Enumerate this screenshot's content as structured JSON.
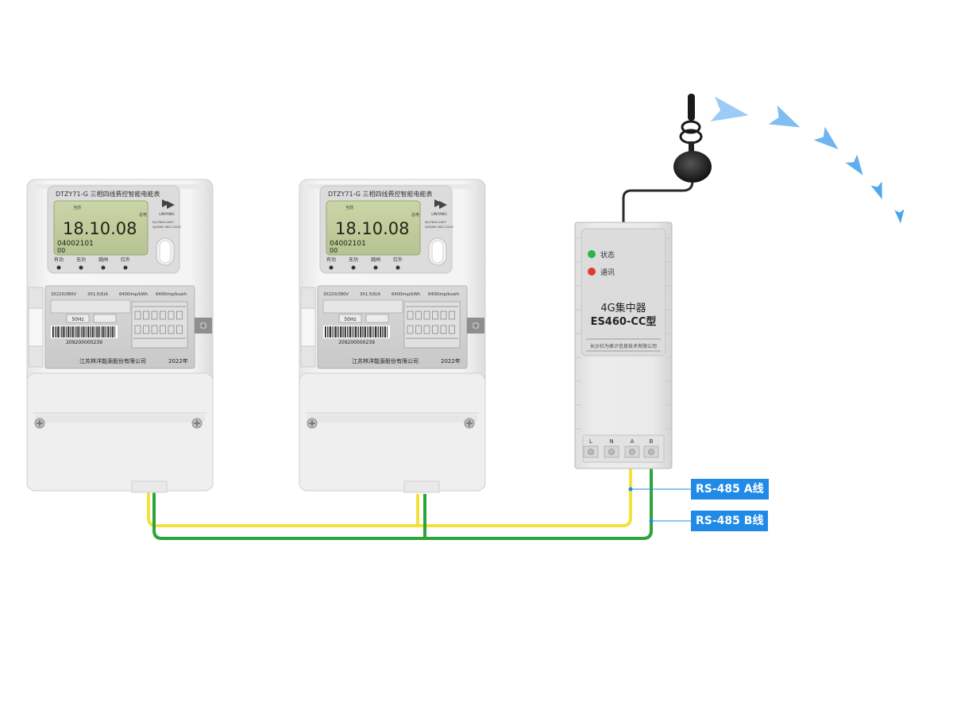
{
  "colors": {
    "wire_a": "#f2e23a",
    "wire_b": "#2fa33b",
    "tag_bg": "#1f8be6",
    "signal": "#4aa3ec",
    "lcd": "#c3cfa0",
    "led_status": "#2db34a",
    "led_comm": "#e03a2a"
  },
  "meters": [
    {
      "model_title": "DTZY71-G 三相四线费控智能电能表",
      "lcd_main": "18.10.08",
      "lcd_sub": "04002101",
      "lcd_sub2": "00",
      "lcd_top_label": "当前",
      "lcd_right_label": "总电",
      "brand_small": "LINYANG",
      "std_line1": "DL/T645-2007",
      "std_line2": "Q/GDW 1827-2013",
      "indicators": [
        "有功",
        "无功",
        "跳闸",
        "红外"
      ],
      "specs": [
        "3X220/380V",
        "3X1.5(6)A",
        "6400imp/kWh",
        "6400imp/kvarh"
      ],
      "freq": "50Hz",
      "serial": "209200000239",
      "manufacturer": "江苏林洋能源股份有限公司",
      "year": "2022年"
    },
    {
      "model_title": "DTZY71-G 三相四线费控智能电能表",
      "lcd_main": "18.10.08",
      "lcd_sub": "04002101",
      "lcd_sub2": "00",
      "lcd_top_label": "当前",
      "lcd_right_label": "总电",
      "brand_small": "LINYANG",
      "std_line1": "DL/T645-2007",
      "std_line2": "Q/GDW 1827-2013",
      "indicators": [
        "有功",
        "无功",
        "跳闸",
        "红外"
      ],
      "specs": [
        "3X220/380V",
        "3X1.5(6)A",
        "6400imp/kWh",
        "6400imp/kvarh"
      ],
      "freq": "50Hz",
      "serial": "209200000239",
      "manufacturer": "江苏林洋能源股份有限公司",
      "year": "2022年"
    }
  ],
  "concentrator": {
    "led_status_label": "状态",
    "led_comm_label": "通讯",
    "title_line1": "4G集中器",
    "title_line2": "ES460-CC型",
    "company": "长沙社为表计信息技术有限公司",
    "terminals": [
      "L",
      "N",
      "A",
      "B"
    ]
  },
  "labels": {
    "rs485_a": "RS-485 A线",
    "rs485_b": "RS-485 B线"
  }
}
